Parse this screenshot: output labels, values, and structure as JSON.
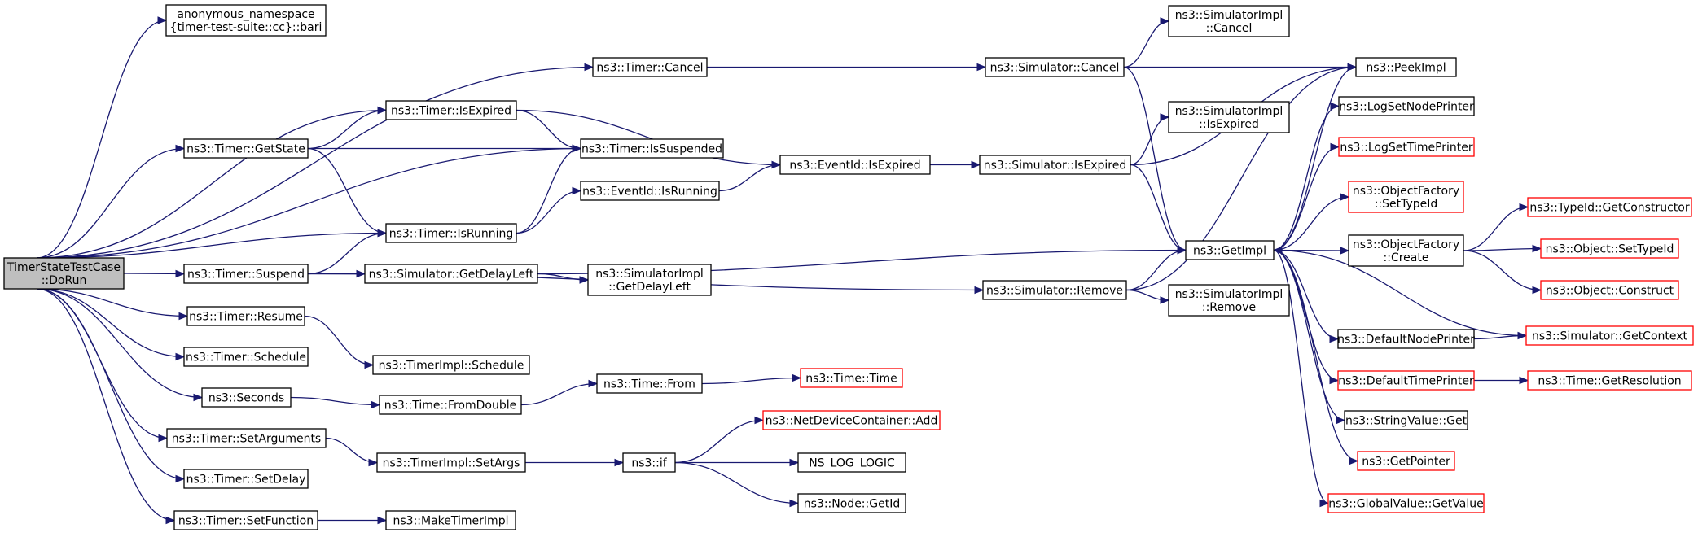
{
  "colors": {
    "edge": "#191970",
    "node_border": "#000000",
    "undocumented_border": "#ff0000",
    "root_fill": "#bfbfbf"
  },
  "nodes": [
    {
      "id": "root",
      "lines": [
        "TimerStateTestCase",
        "::DoRun"
      ],
      "kind": "root"
    },
    {
      "id": "bari",
      "lines": [
        "anonymous_namespace",
        "{timer-test-suite::cc}::bari"
      ],
      "kind": "normal"
    },
    {
      "id": "cancel",
      "lines": [
        "ns3::Timer::Cancel"
      ],
      "kind": "normal"
    },
    {
      "id": "isexpired",
      "lines": [
        "ns3::Timer::IsExpired"
      ],
      "kind": "normal"
    },
    {
      "id": "getstate",
      "lines": [
        "ns3::Timer::GetState"
      ],
      "kind": "normal"
    },
    {
      "id": "issuspended",
      "lines": [
        "ns3::Timer::IsSuspended"
      ],
      "kind": "normal"
    },
    {
      "id": "eventisrunning",
      "lines": [
        "ns3::EventId::IsRunning"
      ],
      "kind": "normal"
    },
    {
      "id": "isrunning",
      "lines": [
        "ns3::Timer::IsRunning"
      ],
      "kind": "normal"
    },
    {
      "id": "suspend",
      "lines": [
        "ns3::Timer::Suspend"
      ],
      "kind": "normal"
    },
    {
      "id": "getdelayleft",
      "lines": [
        "ns3::Simulator::GetDelayLeft"
      ],
      "kind": "normal"
    },
    {
      "id": "implgetdelayleft",
      "lines": [
        "ns3::SimulatorImpl",
        "::GetDelayLeft"
      ],
      "kind": "normal"
    },
    {
      "id": "resume",
      "lines": [
        "ns3::Timer::Resume"
      ],
      "kind": "normal"
    },
    {
      "id": "schedule",
      "lines": [
        "ns3::Timer::Schedule"
      ],
      "kind": "normal"
    },
    {
      "id": "timerimplschedule",
      "lines": [
        "ns3::TimerImpl::Schedule"
      ],
      "kind": "normal"
    },
    {
      "id": "seconds",
      "lines": [
        "ns3::Seconds"
      ],
      "kind": "normal"
    },
    {
      "id": "fromdouble",
      "lines": [
        "ns3::Time::FromDouble"
      ],
      "kind": "normal"
    },
    {
      "id": "timefrom",
      "lines": [
        "ns3::Time::From"
      ],
      "kind": "normal"
    },
    {
      "id": "timetime",
      "lines": [
        "ns3::Time::Time"
      ],
      "kind": "red"
    },
    {
      "id": "setarguments",
      "lines": [
        "ns3::Timer::SetArguments"
      ],
      "kind": "normal"
    },
    {
      "id": "setargs",
      "lines": [
        "ns3::TimerImpl::SetArgs"
      ],
      "kind": "normal"
    },
    {
      "id": "if",
      "lines": [
        "ns3::if"
      ],
      "kind": "normal"
    },
    {
      "id": "ndcadd",
      "lines": [
        "ns3::NetDeviceContainer::Add"
      ],
      "kind": "red"
    },
    {
      "id": "nslog",
      "lines": [
        "NS_LOG_LOGIC"
      ],
      "kind": "normal"
    },
    {
      "id": "nodegetid",
      "lines": [
        "ns3::Node::GetId"
      ],
      "kind": "normal"
    },
    {
      "id": "setdelay",
      "lines": [
        "ns3::Timer::SetDelay"
      ],
      "kind": "normal"
    },
    {
      "id": "setfunction",
      "lines": [
        "ns3::Timer::SetFunction"
      ],
      "kind": "normal"
    },
    {
      "id": "maketimerimpl",
      "lines": [
        "ns3::MakeTimerImpl"
      ],
      "kind": "normal"
    },
    {
      "id": "eventisexpired",
      "lines": [
        "ns3::EventId::IsExpired"
      ],
      "kind": "normal"
    },
    {
      "id": "simcancel",
      "lines": [
        "ns3::Simulator::Cancel"
      ],
      "kind": "normal"
    },
    {
      "id": "implcancel",
      "lines": [
        "ns3::SimulatorImpl",
        "::Cancel"
      ],
      "kind": "normal"
    },
    {
      "id": "simisexpired",
      "lines": [
        "ns3::Simulator::IsExpired"
      ],
      "kind": "normal"
    },
    {
      "id": "implisexpired",
      "lines": [
        "ns3::SimulatorImpl",
        "::IsExpired"
      ],
      "kind": "normal"
    },
    {
      "id": "simremove",
      "lines": [
        "ns3::Simulator::Remove"
      ],
      "kind": "normal"
    },
    {
      "id": "implremove",
      "lines": [
        "ns3::SimulatorImpl",
        "::Remove"
      ],
      "kind": "normal"
    },
    {
      "id": "getimpl",
      "lines": [
        "ns3::GetImpl"
      ],
      "kind": "normal"
    },
    {
      "id": "peekimpl",
      "lines": [
        "ns3::PeekImpl"
      ],
      "kind": "normal"
    },
    {
      "id": "logsetnodeprinter",
      "lines": [
        "ns3::LogSetNodePrinter"
      ],
      "kind": "normal"
    },
    {
      "id": "logsettimeprinter",
      "lines": [
        "ns3::LogSetTimePrinter"
      ],
      "kind": "red"
    },
    {
      "id": "ofsettypeid",
      "lines": [
        "ns3::ObjectFactory",
        "::SetTypeId"
      ],
      "kind": "red"
    },
    {
      "id": "ofcreate",
      "lines": [
        "ns3::ObjectFactory",
        "::Create"
      ],
      "kind": "normal"
    },
    {
      "id": "defaultnodeprinter",
      "lines": [
        "ns3::DefaultNodePrinter"
      ],
      "kind": "normal"
    },
    {
      "id": "defaulttimeprinter",
      "lines": [
        "ns3::DefaultTimePrinter"
      ],
      "kind": "red"
    },
    {
      "id": "stringvalueget",
      "lines": [
        "ns3::StringValue::Get"
      ],
      "kind": "normal"
    },
    {
      "id": "getpointer",
      "lines": [
        "ns3::GetPointer"
      ],
      "kind": "red"
    },
    {
      "id": "globalvalueget",
      "lines": [
        "ns3::GlobalValue::GetValue"
      ],
      "kind": "red"
    },
    {
      "id": "typeidgetconstructor",
      "lines": [
        "ns3::TypeId::GetConstructor"
      ],
      "kind": "red"
    },
    {
      "id": "objectsettypeid",
      "lines": [
        "ns3::Object::SetTypeId"
      ],
      "kind": "red"
    },
    {
      "id": "objectconstruct",
      "lines": [
        "ns3::Object::Construct"
      ],
      "kind": "red"
    },
    {
      "id": "simgetcontext",
      "lines": [
        "ns3::Simulator::GetContext"
      ],
      "kind": "red"
    },
    {
      "id": "timegetresolution",
      "lines": [
        "ns3::Time::GetResolution"
      ],
      "kind": "red"
    }
  ]
}
